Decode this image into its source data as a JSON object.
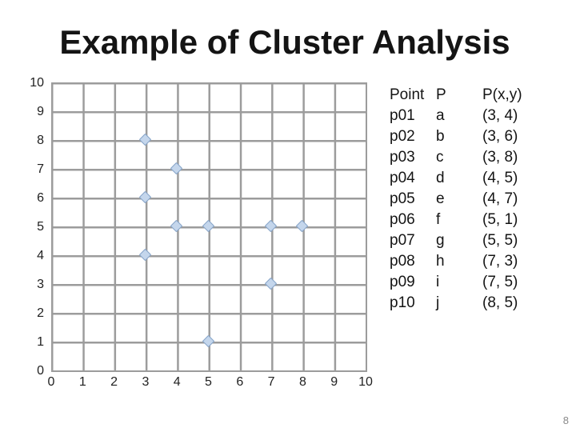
{
  "slide": {
    "title": "Example of Cluster Analysis",
    "page_number": "8"
  },
  "chart_data": {
    "type": "scatter",
    "title": "",
    "xlabel": "",
    "ylabel": "",
    "xlim": [
      0,
      10
    ],
    "ylim": [
      0,
      10
    ],
    "x_ticks": [
      0,
      1,
      2,
      3,
      4,
      5,
      6,
      7,
      8,
      9,
      10
    ],
    "y_ticks": [
      0,
      1,
      2,
      3,
      4,
      5,
      6,
      7,
      8,
      9,
      10
    ],
    "grid": true,
    "marker": "diamond",
    "marker_fill": "#c4d6ec",
    "marker_border": "#85a3c8",
    "grid_color": "#9c9c9c",
    "points": [
      {
        "x": 3,
        "y": 4
      },
      {
        "x": 3,
        "y": 6
      },
      {
        "x": 3,
        "y": 8
      },
      {
        "x": 4,
        "y": 5
      },
      {
        "x": 4,
        "y": 7
      },
      {
        "x": 5,
        "y": 1
      },
      {
        "x": 5,
        "y": 5
      },
      {
        "x": 7,
        "y": 3
      },
      {
        "x": 7,
        "y": 5
      },
      {
        "x": 8,
        "y": 5
      }
    ]
  },
  "table": {
    "headers": [
      "Point",
      "P",
      "P(x,y)"
    ],
    "rows": [
      {
        "point": "p01",
        "p": "a",
        "xy": "(3, 4)"
      },
      {
        "point": "p02",
        "p": "b",
        "xy": "(3, 6)"
      },
      {
        "point": "p03",
        "p": "c",
        "xy": "(3, 8)"
      },
      {
        "point": "p04",
        "p": "d",
        "xy": "(4, 5)"
      },
      {
        "point": "p05",
        "p": "e",
        "xy": "(4, 7)"
      },
      {
        "point": "p06",
        "p": "f",
        "xy": "(5, 1)"
      },
      {
        "point": "p07",
        "p": "g",
        "xy": "(5, 5)"
      },
      {
        "point": "p08",
        "p": "h",
        "xy": "(7, 3)"
      },
      {
        "point": "p09",
        "p": "i",
        "xy": "(7, 5)"
      },
      {
        "point": "p10",
        "p": "j",
        "xy": "(8, 5)"
      }
    ]
  },
  "colors": {
    "text": "#141414",
    "axis_label": "#212121",
    "page_number": "#8a8a8a"
  }
}
